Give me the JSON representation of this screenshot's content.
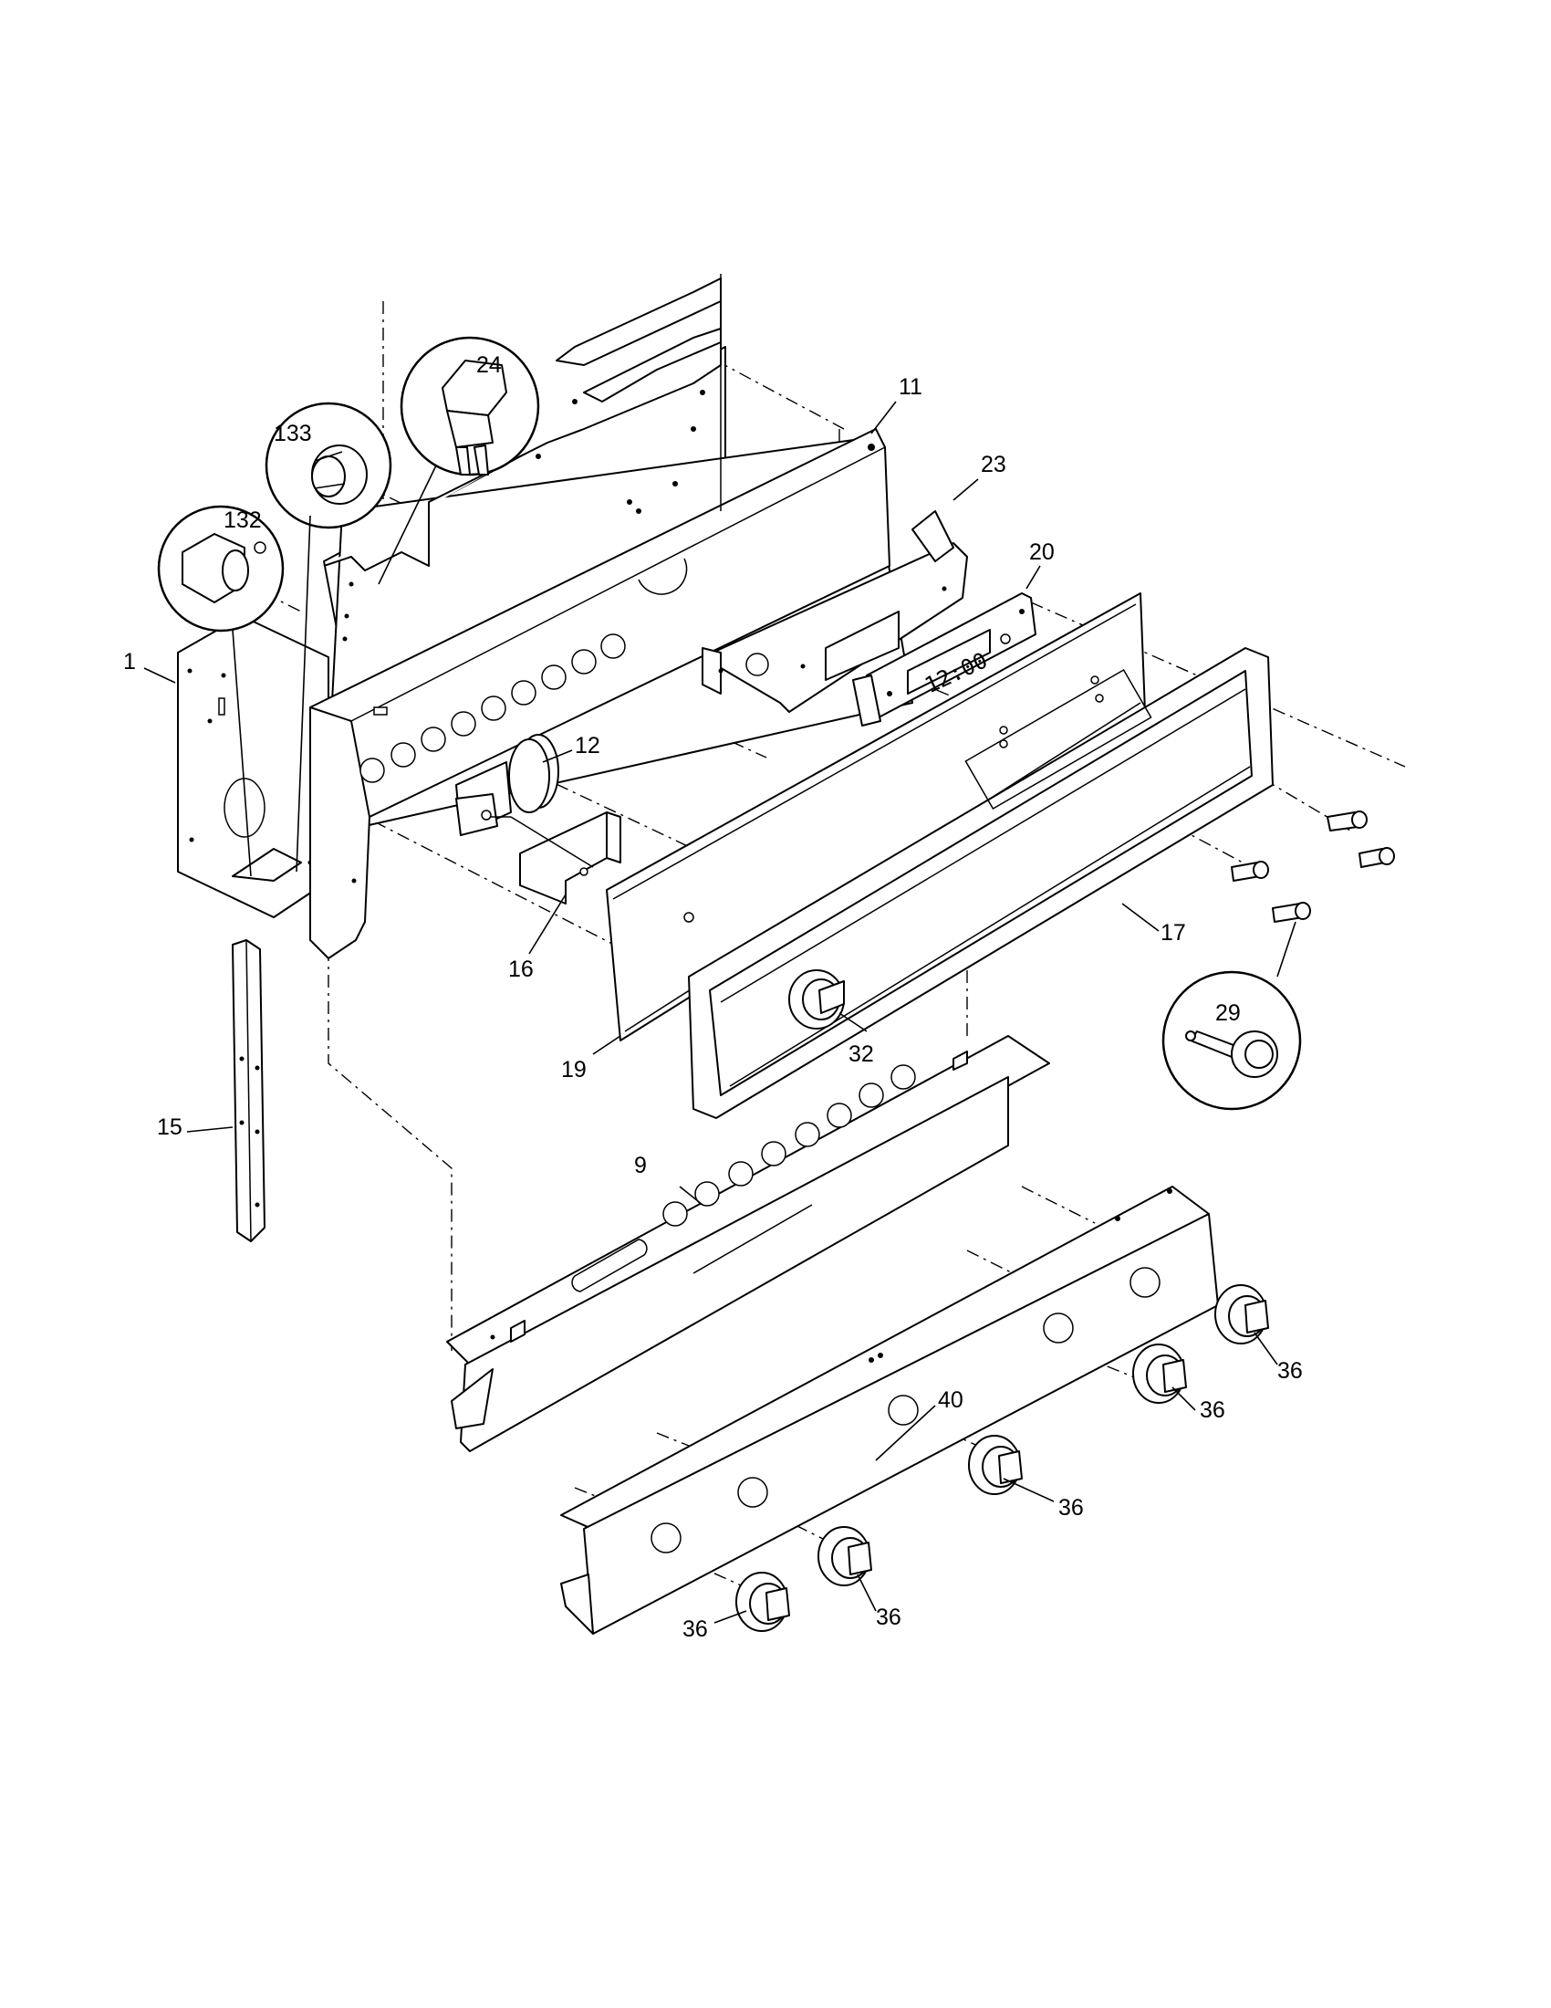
{
  "clock_display": "12:00",
  "callouts": {
    "p1": "1",
    "p9": "9",
    "p11": "11",
    "p12": "12",
    "p15": "15",
    "p16": "16",
    "p17": "17",
    "p19": "19",
    "p20": "20",
    "p23": "23",
    "p24": "24",
    "p29": "29",
    "p32": "32",
    "p36a": "36",
    "p36b": "36",
    "p36c": "36",
    "p36d": "36",
    "p36e": "36",
    "p40": "40",
    "p132": "132",
    "p133": "133"
  }
}
